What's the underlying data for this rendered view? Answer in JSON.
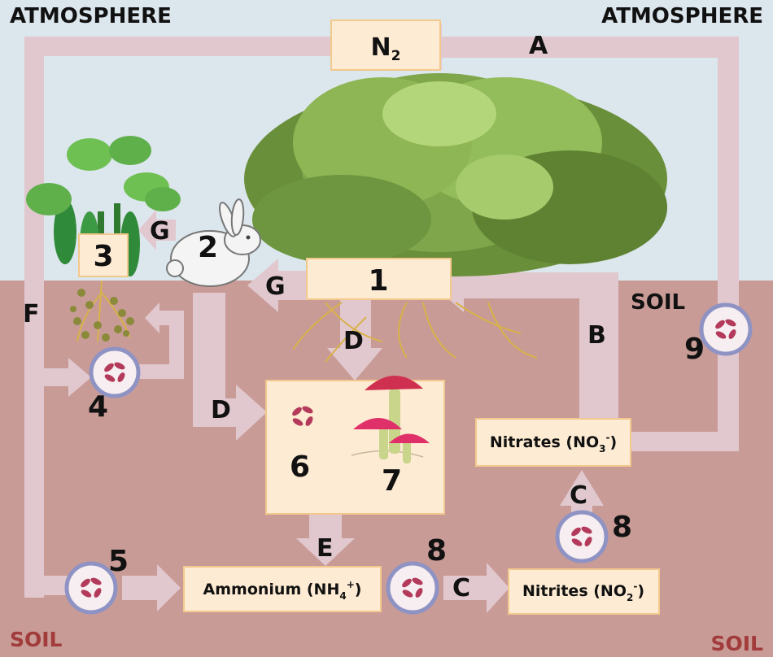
{
  "regions": {
    "atmosphere_left": "ATMOSPHERE",
    "atmosphere_right": "ATMOSPHERE",
    "soil_right_upper": "SOIL",
    "soil_bottom_left": "SOIL",
    "soil_bottom_right": "SOIL"
  },
  "boxes": {
    "n2": "N",
    "n2_sub": "2",
    "one": "1",
    "three": "3",
    "nitrates_pre": "Nitrates (NO",
    "nitrates_sub": "3",
    "nitrates_sup": "-",
    "nitrates_post": ")",
    "ammonium_pre": "Ammonium (NH",
    "ammonium_sub": "4",
    "ammonium_sup": "+",
    "ammonium_post": ")",
    "nitrites_pre": "Nitrites (NO",
    "nitrites_sub": "2",
    "nitrites_sup": "-",
    "nitrites_post": ")"
  },
  "letters": {
    "a": "A",
    "b": "B",
    "c_vertical": "C",
    "c_horizontal": "C",
    "d_center": "D",
    "d_left": "D",
    "e": "E",
    "f": "F",
    "g_rabbit": "G",
    "g_box1": "G"
  },
  "numbers": {
    "n2_rabbit": "2",
    "n4": "4",
    "n5": "5",
    "n6": "6",
    "n7": "7",
    "n8_bottom": "8",
    "n8_right": "8",
    "n9": "9"
  },
  "colors": {
    "sky": "#dce6ed",
    "soil": "#c89b96",
    "arrow": "#e1c8cf",
    "box_fill": "#fdebd3",
    "box_stroke": "#f3c88c",
    "bacteria": "#b33a5a",
    "circle_ring": "#8f93c4"
  }
}
